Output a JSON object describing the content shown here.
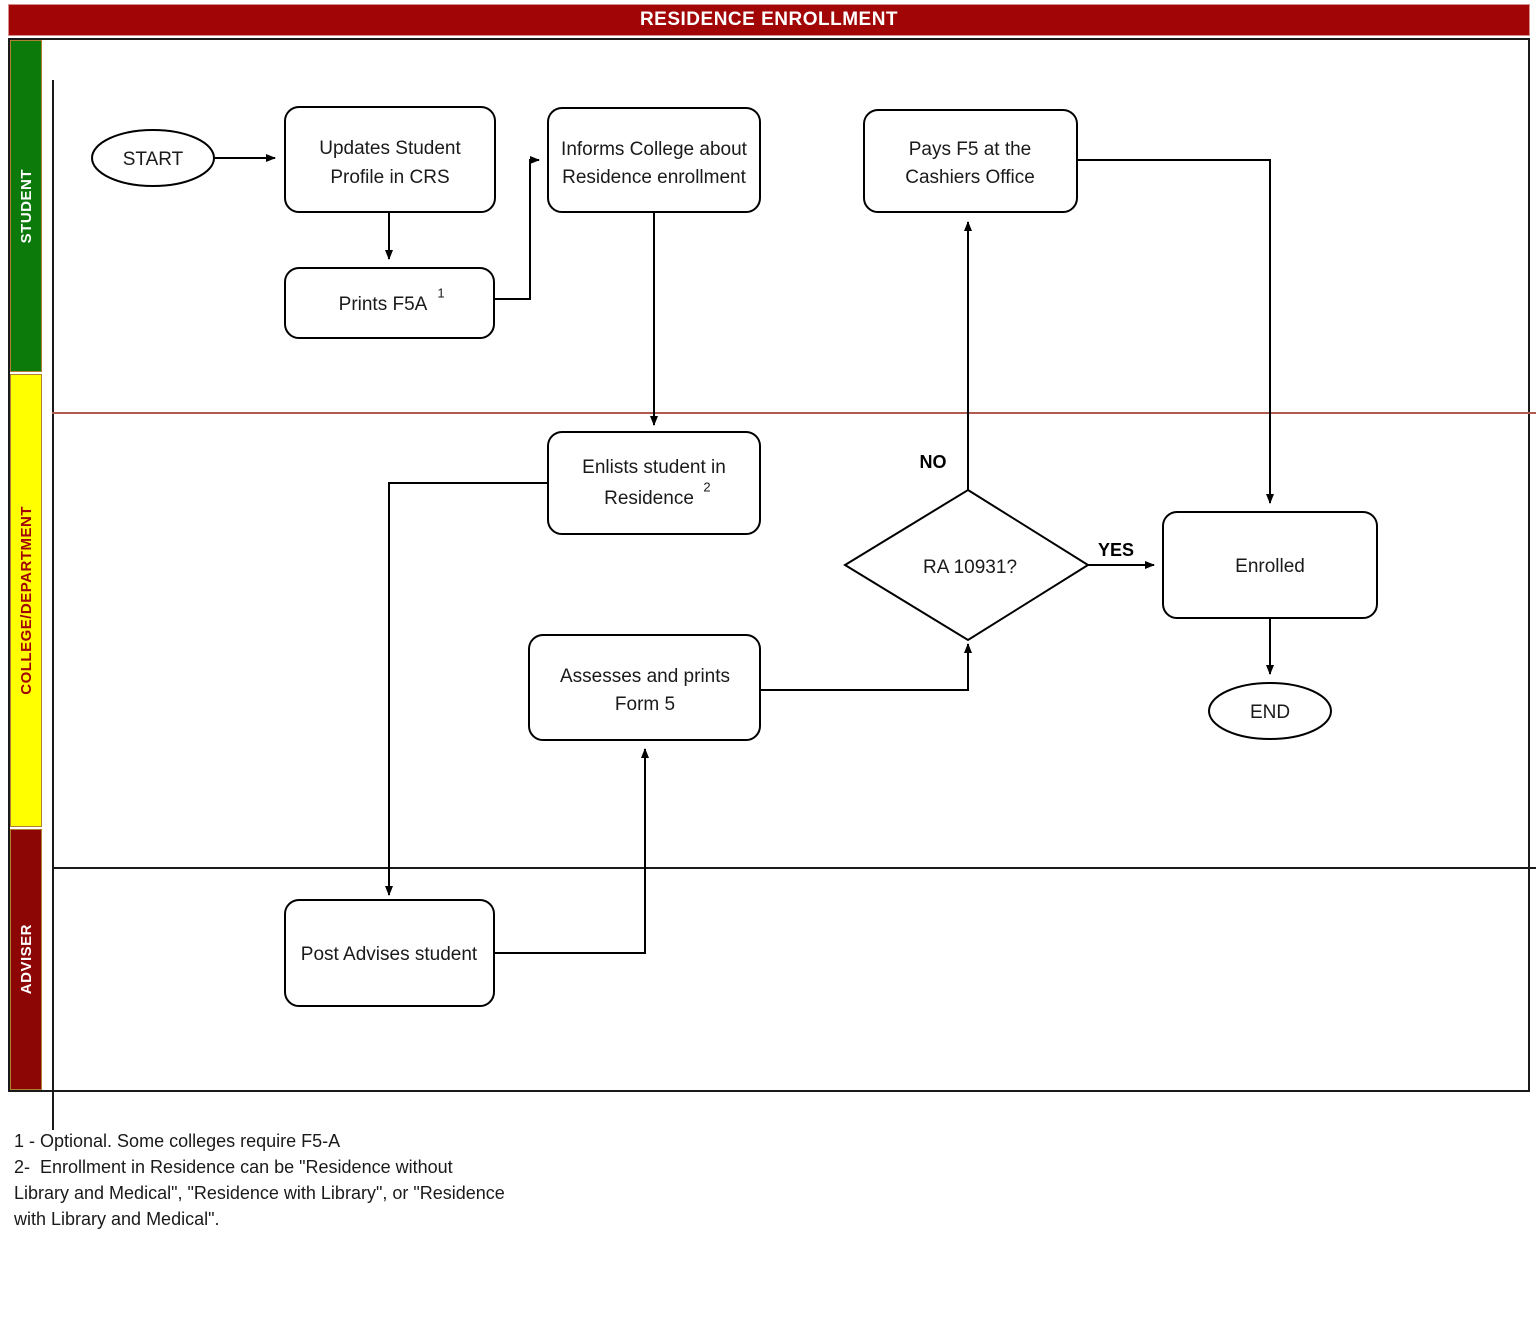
{
  "title": "RESIDENCE ENROLLMENT",
  "colors": {
    "banner_bg": "#a10505",
    "banner_text": "#ffffff",
    "lane_student_bg": "#0b7a0b",
    "lane_college_bg": "#ffff00",
    "lane_adviser_bg": "#8c0606",
    "node_stroke": "#000000",
    "node_fill": "#ffffff"
  },
  "lanes": [
    {
      "id": "student",
      "label": "STUDENT"
    },
    {
      "id": "college",
      "label": "COLLEGE/DEPARTMENT"
    },
    {
      "id": "adviser",
      "label": "ADVISER"
    }
  ],
  "chart_data": {
    "type": "flowchart",
    "title": "RESIDENCE ENROLLMENT",
    "lanes": [
      "STUDENT",
      "COLLEGE/DEPARTMENT",
      "ADVISER"
    ],
    "nodes": [
      {
        "id": "start",
        "shape": "ellipse",
        "lane": "STUDENT",
        "label": "START"
      },
      {
        "id": "update",
        "shape": "process",
        "lane": "STUDENT",
        "label": "Updates Student Profile in CRS"
      },
      {
        "id": "printf5a",
        "shape": "process",
        "lane": "STUDENT",
        "label": "Prints F5A",
        "superscript": "1"
      },
      {
        "id": "informs",
        "shape": "process",
        "lane": "STUDENT",
        "label": "Informs College about Residence enrollment"
      },
      {
        "id": "pays",
        "shape": "process",
        "lane": "STUDENT",
        "label": "Pays F5 at the Cashiers Office"
      },
      {
        "id": "enlists",
        "shape": "process",
        "lane": "COLLEGE/DEPARTMENT",
        "label": "Enlists student in Residence",
        "superscript": "2"
      },
      {
        "id": "assesses",
        "shape": "process",
        "lane": "COLLEGE/DEPARTMENT",
        "label": "Assesses and prints Form 5"
      },
      {
        "id": "decision",
        "shape": "diamond",
        "lane": "COLLEGE/DEPARTMENT",
        "label": "RA 10931?"
      },
      {
        "id": "enrolled",
        "shape": "process",
        "lane": "COLLEGE/DEPARTMENT",
        "label": "Enrolled"
      },
      {
        "id": "end",
        "shape": "ellipse",
        "lane": "COLLEGE/DEPARTMENT",
        "label": "END"
      },
      {
        "id": "postadv",
        "shape": "process",
        "lane": "ADVISER",
        "label": "Post Advises student"
      }
    ],
    "edges": [
      {
        "from": "start",
        "to": "update",
        "label": ""
      },
      {
        "from": "update",
        "to": "printf5a",
        "label": ""
      },
      {
        "from": "printf5a",
        "to": "informs",
        "label": ""
      },
      {
        "from": "informs",
        "to": "enlists",
        "label": ""
      },
      {
        "from": "enlists",
        "to": "postadv",
        "label": ""
      },
      {
        "from": "postadv",
        "to": "assesses",
        "label": ""
      },
      {
        "from": "assesses",
        "to": "decision",
        "label": ""
      },
      {
        "from": "decision",
        "to": "pays",
        "label": "NO"
      },
      {
        "from": "decision",
        "to": "enrolled",
        "label": "YES"
      },
      {
        "from": "pays",
        "to": "enrolled",
        "label": ""
      },
      {
        "from": "enrolled",
        "to": "end",
        "label": ""
      }
    ]
  },
  "nodes": {
    "start": {
      "label": "START"
    },
    "update": {
      "line1": "Updates Student",
      "line2": "Profile in CRS"
    },
    "printf5a": {
      "line1": "Prints F5A",
      "sup": "1"
    },
    "informs": {
      "line1": "Informs College about",
      "line2": "Residence enrollment"
    },
    "pays": {
      "line1": "Pays F5 at the",
      "line2": "Cashiers Office"
    },
    "enlists": {
      "line1": "Enlists student in",
      "line2": "Residence",
      "sup": "2"
    },
    "assesses": {
      "line1": "Assesses and prints",
      "line2": "Form 5"
    },
    "decision": {
      "label": "RA 10931?"
    },
    "enrolled": {
      "label": "Enrolled"
    },
    "end": {
      "label": "END"
    },
    "postadv": {
      "label": "Post Advises student"
    }
  },
  "edge_labels": {
    "no": "NO",
    "yes": "YES"
  },
  "footnotes": {
    "line1": "1 - Optional. Some colleges require F5-A",
    "line2": "2-  Enrollment in Residence can be \"Residence without",
    "line3": "Library and Medical\", \"Residence with Library\", or \"Residence",
    "line4": "with Library and Medical\"."
  }
}
